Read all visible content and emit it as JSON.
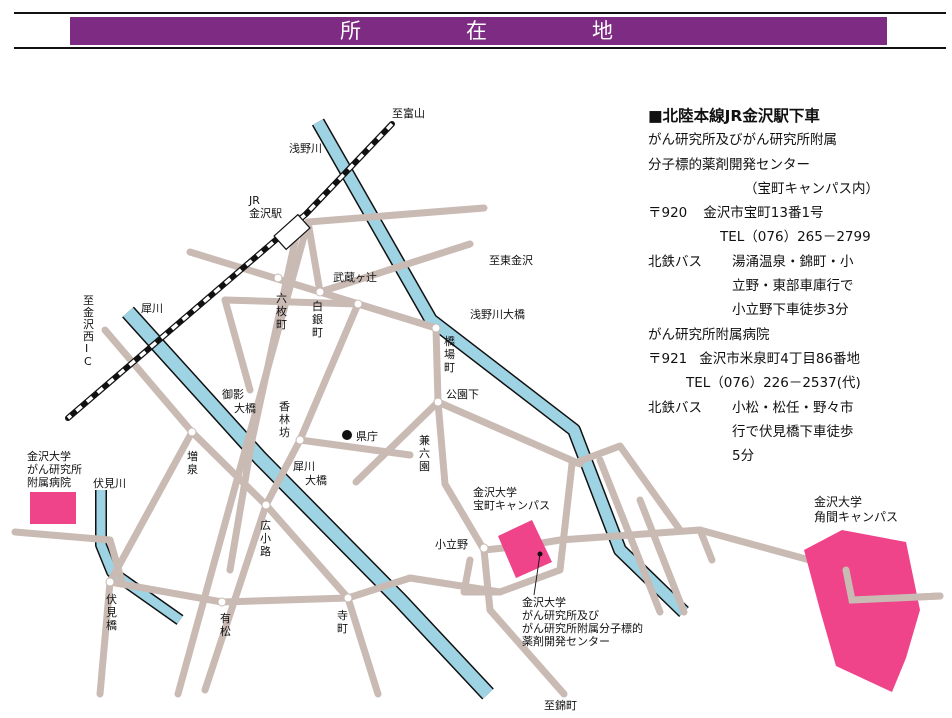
{
  "header": {
    "title_chars": [
      "所",
      "在",
      "地"
    ]
  },
  "colors": {
    "header": "#7e2b84",
    "road": "#c9bab4",
    "river": "#9dd3e3",
    "campus": "#f0448a",
    "rail": "#111111"
  },
  "labels": {
    "to_toyama": "至富山",
    "asano_river": "浅野川",
    "jr_station_1": "JR",
    "jr_station_2": "金沢駅",
    "to_higashi_kanazawa": "至東金沢",
    "musashigatsuji": "武蔵ヶ辻",
    "asanogawa_ohashi": "浅野川大橋",
    "to_kanazawa_nishi_ic": [
      "至",
      "金",
      "沢",
      "西",
      "I",
      "C"
    ],
    "sai_river": "犀川",
    "rokumaicho": [
      "六",
      "枚",
      "町"
    ],
    "shiroganecho": [
      "白",
      "銀",
      "町"
    ],
    "hashibacho": [
      "橋",
      "場",
      "町"
    ],
    "koenshita": "公園下",
    "mikage_ohashi_1": "御影",
    "mikage_ohashi_2": "大橋",
    "korinbo": [
      "香",
      "林",
      "坊"
    ],
    "kencho": "県庁",
    "kenrokuen": [
      "兼",
      "六",
      "園"
    ],
    "masuizumi": [
      "増",
      "泉"
    ],
    "saigawa_ohashi_1": "犀川",
    "saigawa_ohashi_2": "大橋",
    "hospital_1": "金沢大学",
    "hospital_2": "がん研究所",
    "hospital_3": "附属病院",
    "fushimi_river": "伏見川",
    "takaramachi_1": "金沢大学",
    "takaramachi_2": "宝町キャンパス",
    "kodatsuno": "小立野",
    "hirokoji": [
      "広",
      "小",
      "路"
    ],
    "kakuma_1": "金沢大学",
    "kakuma_2": "角間キャンパス",
    "fushimibashi": [
      "伏",
      "見",
      "橋"
    ],
    "arimatsu": [
      "有",
      "松"
    ],
    "teramachi": [
      "寺",
      "町"
    ],
    "inst_1": "金沢大学",
    "inst_2": "がん研究所及び",
    "inst_3": "がん研究所附属分子標的",
    "inst_4": "薬剤開発センター",
    "to_kamimachi": "至錦町"
  },
  "info": {
    "heading": "■北陸本線JR金沢駅下車",
    "l1": "がん研究所及びがん研究所附属",
    "l2": "分子標的薬剤開発センター",
    "l3": "（宝町キャンパス内）",
    "l4a": "〒920",
    "l4b": "金沢市宝町13番1号",
    "l5": "TEL（076）265－2799",
    "l6a": "北鉄バス",
    "l6b": "湯涌温泉・錦町・小",
    "l7": "立野・東部車庫行で",
    "l8": "小立野下車徒歩3分",
    "l9": "がん研究所附属病院",
    "l10a": "〒921",
    "l10b": "金沢市米泉町4丁目86番地",
    "l11": "TEL（076）226－2537(代)",
    "l12a": "北鉄バス",
    "l12b": "小松・松任・野々市",
    "l13": "行で伏見橋下車徒歩",
    "l14": "5分"
  }
}
